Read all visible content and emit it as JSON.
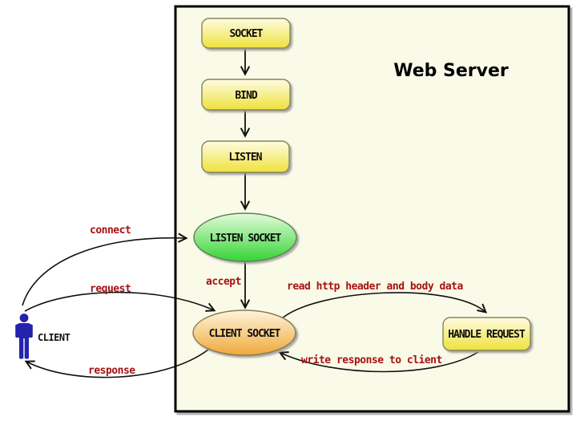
{
  "diagram": {
    "title": "Web Server",
    "client_label": "CLIENT",
    "nodes": {
      "socket": "SOCKET",
      "bind": "BIND",
      "listen": "LISTEN",
      "listen_socket": "LISTEN SOCKET",
      "client_socket": "CLIENT SOCKET",
      "handle_request": "HANDLE REQUEST"
    },
    "edge_labels": {
      "connect": "connect",
      "request": "request",
      "response": "response",
      "accept": "accept",
      "read": "read http header and body data",
      "write": "write response to client"
    },
    "colors": {
      "edge_label_red": "#a51212",
      "server_box_bg": "#fafae8",
      "server_box_border": "#000000",
      "node_yellow_top": "#fefce2",
      "node_yellow_bottom": "#eee13c",
      "node_green_top": "#e4fbdc",
      "node_green_bottom": "#35d435",
      "node_orange_top": "#fdf5dc",
      "node_orange_bottom": "#f0a83a",
      "node_border_olive": "#85855a",
      "client_figure_blue": "#2323ad",
      "arrow_black": "#111111"
    }
  }
}
